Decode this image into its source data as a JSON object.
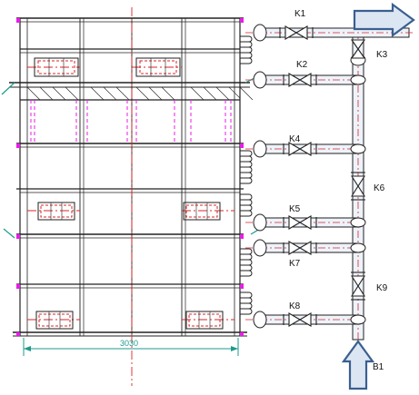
{
  "diagram": {
    "valve_labels": {
      "k1": "K1",
      "k2": "K2",
      "k3": "K3",
      "k4": "K4",
      "k5": "K5",
      "k6": "K6",
      "k7": "K7",
      "k8": "K8",
      "k9": "K9"
    },
    "inlet_label": "B1",
    "dimension_label": "3030",
    "colors": {
      "structure": "#222222",
      "pipe": "#222222",
      "pipe_fill": "#eef3fa",
      "centerline": "#d9252a",
      "magenta": "#e61ee6",
      "accent": "#1e9a8c",
      "arrow_fill": "#dce6f2",
      "arrow_stroke": "#3a5f8f"
    },
    "flow_arrows": [
      "arrow-right",
      "arrow-up"
    ]
  }
}
